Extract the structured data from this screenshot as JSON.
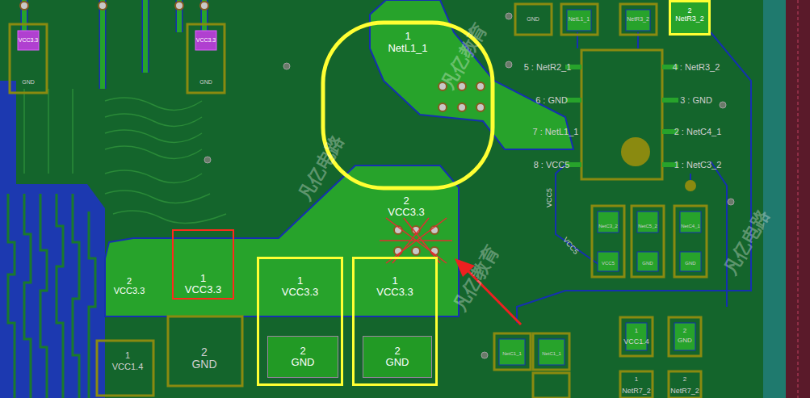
{
  "diagram": {
    "nodes": [
      {
        "text": [
          "2",
          "NetR3_2"
        ]
      },
      {
        "text": [
          "1",
          "VCC3.3"
        ]
      },
      {
        "text": [
          "1",
          "VCC3.3"
        ]
      },
      {
        "text": [
          "2",
          "GND"
        ],
        "in": 2
      },
      {
        "text": [
          "1",
          "VCC3.3"
        ]
      },
      {
        "text": [
          "2",
          "GND"
        ],
        "in": 4
      }
    ],
    "labels": [
      "VCC3.3",
      "GND",
      "VCC3.3",
      "GND",
      "1",
      "NetL1_1",
      "2",
      "VCC3.3",
      "2",
      "VCC3.3",
      "2",
      "GND",
      "1",
      "VCC1.4",
      "5 : NetR2_1",
      "6 : GND",
      "7 : NetL1_1",
      "8 : VCC5",
      "4 : NetR3_2",
      "3 : GND",
      "2 : NetC4_1",
      "1 : NetC3_2",
      "GND",
      "NetL1_1",
      "NetR3_2",
      "VCC5",
      "VCC5",
      "NetC3_2",
      "NetC5_2",
      "NetC4_1",
      "VCC5",
      "GND",
      "GND",
      "1",
      "VCC1.4",
      "2",
      "GND",
      "NetC1_1",
      "NetC1_1",
      "1",
      "NetR7_2",
      "2",
      "NetR7_2",
      "凡亿教育",
      "凡亿电路",
      "凡亿教育",
      "凡亿电路"
    ]
  }
}
